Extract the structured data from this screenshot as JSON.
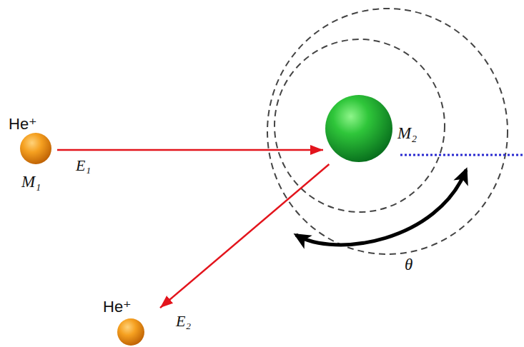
{
  "diagram": {
    "nodes": [
      {
        "text": [
          "He⁺",
          "M₁"
        ]
      },
      {
        "text": [
          "M₂"
        ]
      },
      {
        "text": [
          "He⁺"
        ]
      }
    ],
    "edges": [
      {
        "from": 0,
        "to": 1,
        "arrow": "to",
        "label": "E₁"
      },
      {
        "from": 1,
        "to": 2,
        "arrow": "to",
        "label": "E₂"
      }
    ],
    "labels": [
      "θ"
    ]
  }
}
